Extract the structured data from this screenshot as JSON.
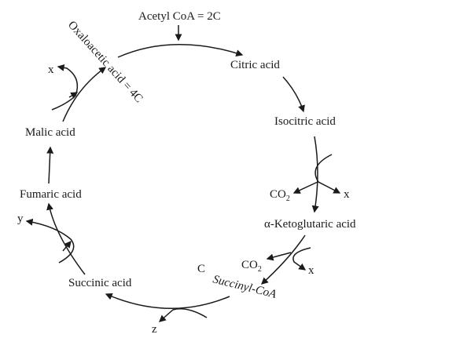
{
  "diagram": {
    "input": {
      "text": "Acetyl CoA = 2C"
    },
    "oxaloacetic": {
      "text": "Oxaloacetic acid = 4C"
    },
    "compounds": {
      "citric": "Citric acid",
      "isocitric": "Isocitric acid",
      "ketoglutaric": "α-Ketoglutaric acid",
      "succinyl": "Succinyl-CoA",
      "succinic": "Succinic acid",
      "fumaric": "Fumaric acid",
      "malic": "Malic acid"
    },
    "byproducts": {
      "co2_1": {
        "main": "CO",
        "sub": "2"
      },
      "co2_2": {
        "main": "CO",
        "sub": "2"
      },
      "x1": "x",
      "x2": "x",
      "x3": "x",
      "y": "y",
      "z": "z",
      "c": "C"
    },
    "colors": {
      "ink": "#1a1a1a",
      "background": "#ffffff"
    }
  }
}
